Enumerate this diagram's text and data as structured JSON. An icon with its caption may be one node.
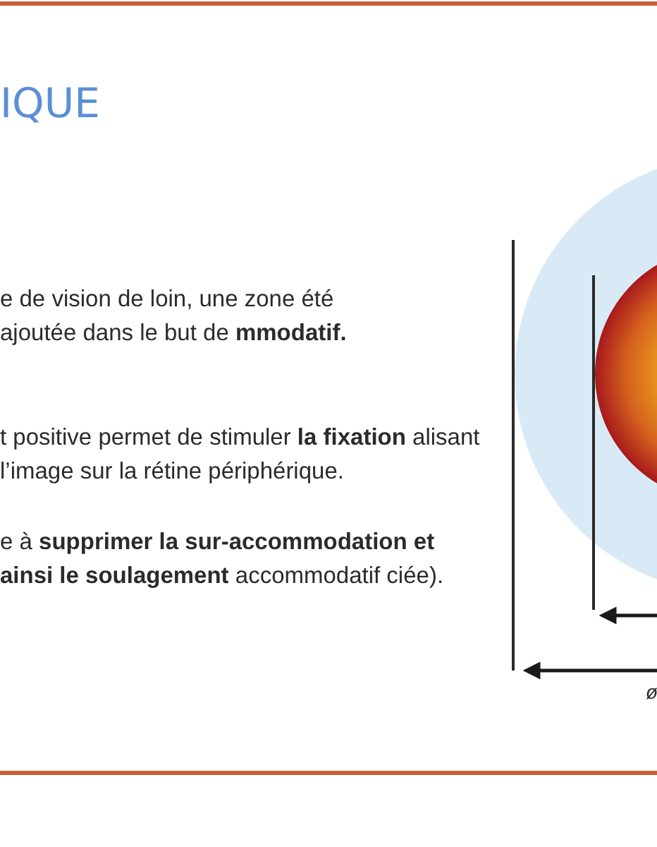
{
  "diagram": {
    "title": "IQUE",
    "labels": [
      "e de vision de loin, une zone été ajoutée dans le but de **mmodatif.**",
      "t positive permet de stimuler **la fixation** alisant l’image sur la rétine périphérique.",
      "e à **supprimer la sur-accommodation et ainsi le soulagement** accommodatif ciée).",
      "ø"
    ]
  }
}
